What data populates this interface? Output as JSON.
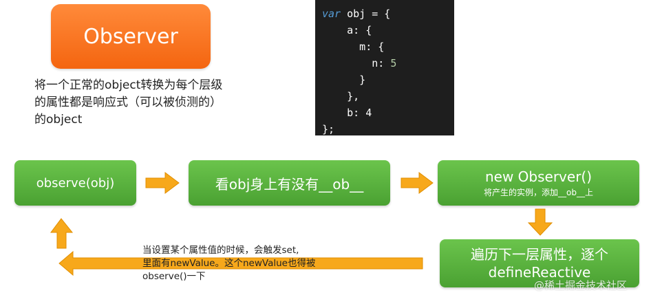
{
  "title": "Observer",
  "description": [
    "将一个正常的object转换为每个层级",
    "的属性都是响应式（可以被侦测的）",
    "的object"
  ],
  "code": {
    "lines": [
      {
        "kw": "var",
        "rest": " obj = {"
      },
      {
        "text": "    a: {"
      },
      {
        "text": "      m: {"
      },
      {
        "pre": "        n: ",
        "num": "5"
      },
      {
        "text": "      }"
      },
      {
        "text": "    },"
      },
      {
        "text": "    b: 4"
      },
      {
        "text": "};"
      }
    ]
  },
  "flow": {
    "observe": "observe(obj)",
    "check": "看obj身上有没有__ob__",
    "new_observer": {
      "title": "new Observer()",
      "subtitle": "将产生的实例，添加__ob__上"
    },
    "traverse": [
      "遍历下一层属性，逐个",
      "defineReactive"
    ]
  },
  "note": [
    "当设置某个属性值的时候，会触发set,",
    "里面有newValue。这个newValue也得被",
    "observe()一下"
  ],
  "watermark": "@稀土掘金技术社区",
  "colors": {
    "orange": "#f46510",
    "green": "#5ab43e",
    "arrow": "#f7a81b"
  }
}
